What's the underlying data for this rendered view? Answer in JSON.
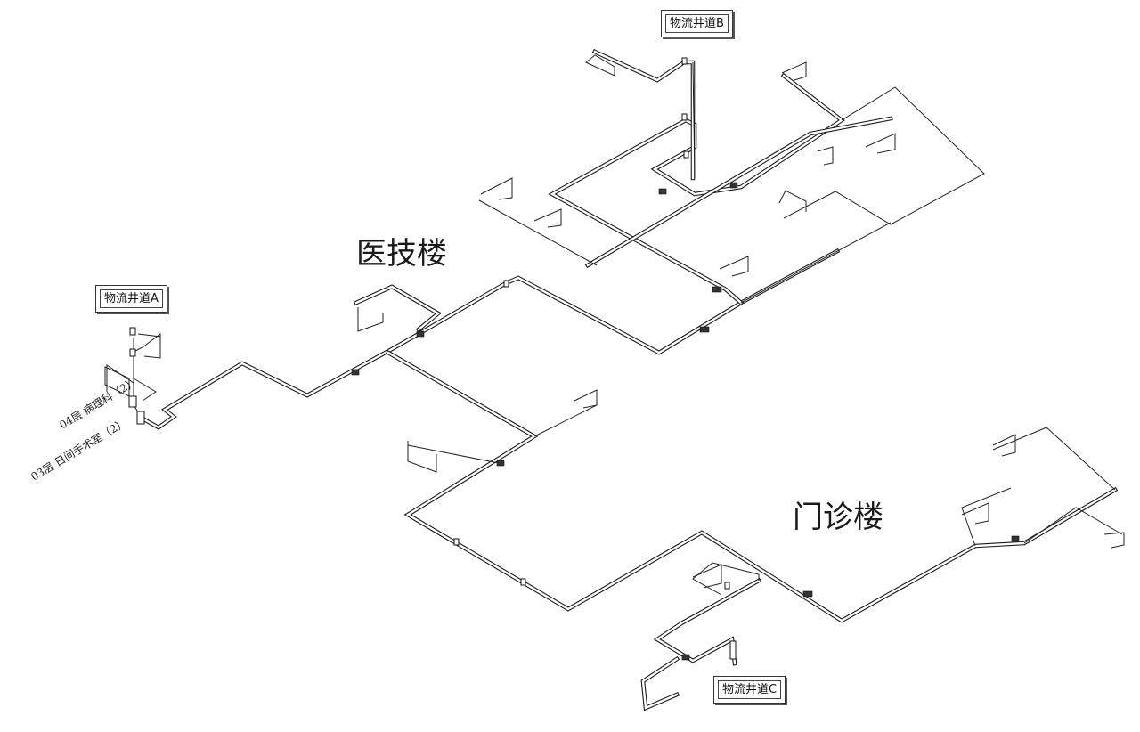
{
  "labels": {
    "shaft_a": "物流井道A",
    "shaft_b": "物流井道B",
    "shaft_c": "物流井道C",
    "building_medtech": "医技楼",
    "building_outpatient": "门诊楼",
    "floor_04": "04层 病理科（2）",
    "floor_03": "03层 日间手术室（2）"
  },
  "colors": {
    "line": "#1a1a1a",
    "background": "#ffffff"
  }
}
